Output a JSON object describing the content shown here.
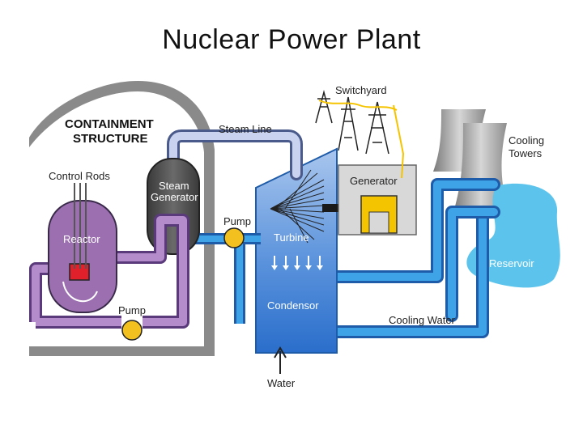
{
  "title": "Nuclear Power Plant",
  "labels": {
    "containment_line1": "CONTAINMENT",
    "containment_line2": "STRUCTURE",
    "control_rods": "Control Rods",
    "steam_generator_line1": "Steam",
    "steam_generator_line2": "Generator",
    "reactor": "Reactor",
    "pump_primary": "Pump",
    "steam_line": "Steam Line",
    "pump_secondary": "Pump",
    "switchyard": "Switchyard",
    "generator": "Generator",
    "turbine": "Turbine",
    "condensor": "Condensor",
    "cooling_towers_line1": "Cooling",
    "cooling_towers_line2": "Towers",
    "reservoir": "Reservoir",
    "cooling_water": "Cooling Water",
    "water": "Water"
  },
  "colors": {
    "containment": "#8a8a8a",
    "primary_loop": "#9b6fb0",
    "steam_line": "#b8c4e6",
    "cooling_loop": "#2f8fd6",
    "condenser": "#2a6ecb",
    "reservoir": "#5cc4ec",
    "generator_housing": "#d8d8d8",
    "generator_core": "#f5c400",
    "reactor_core": "#e0202a",
    "pump": "#f2c01f"
  }
}
